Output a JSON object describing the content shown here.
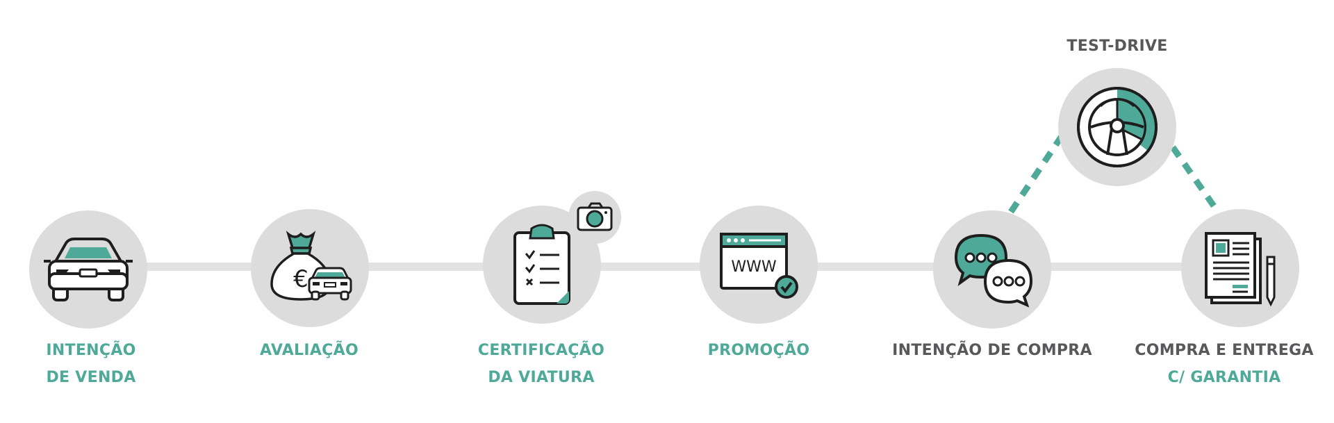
{
  "colors": {
    "accent": "#4fa999",
    "circle": "#dcdcdc",
    "line": "#e2e2e2",
    "dark_text": "#58585a",
    "icon_stroke": "#1e1e1e"
  },
  "steps": [
    {
      "icon": "car-icon",
      "line1": "INTENÇÃO",
      "line2": "DE VENDA",
      "line1_color": "teal",
      "line2_color": "teal"
    },
    {
      "icon": "money-bag-car-icon",
      "line1": "AVALIAÇÃO",
      "line2": "",
      "line1_color": "teal"
    },
    {
      "icon": "clipboard-checklist-icon",
      "badge_icon": "camera-icon",
      "line1": "CERTIFICAÇÃO",
      "line2": "DA VIATURA",
      "line1_color": "teal",
      "line2_color": "teal"
    },
    {
      "icon": "browser-www-icon",
      "line1": "PROMOÇÃO",
      "line2": "",
      "line1_color": "teal"
    },
    {
      "icon": "chat-bubbles-icon",
      "line1": "INTENÇÃO DE COMPRA",
      "line2": "",
      "line1_color": "gray"
    },
    {
      "icon": "documents-pen-icon",
      "line1": "COMPRA E ENTREGA",
      "line2": "C/ GARANTIA",
      "line1_color": "gray",
      "line2_color": "teal"
    }
  ],
  "branch": {
    "icon": "steering-wheel-icon",
    "label": "TEST-DRIVE"
  }
}
